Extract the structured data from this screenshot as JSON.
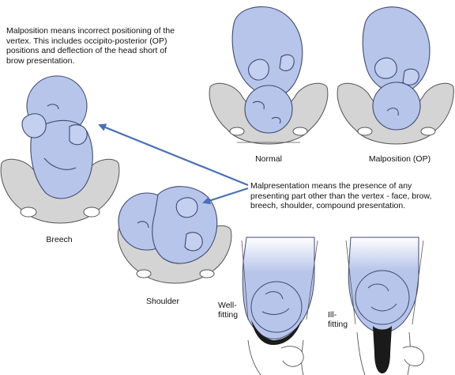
{
  "notes": {
    "malposition": "Malposition means incorrect positioning of the vertex. This includes occipito-posterior (OP) positions and deflection of the head short of brow presentation.",
    "malpresentation": "Malpresentation means the presence of any presenting part other than the vertex - face, brow, breech, shoulder, compound presentation."
  },
  "labels": {
    "normal": "Normal",
    "malposition_op": "Malposition (OP)",
    "breech": "Breech",
    "shoulder": "Shoulder",
    "well_fitting": "Well-\nfitting",
    "ill_fitting": "Ill-\nfitting"
  },
  "colors": {
    "fetus_fill": "#b7c5ea",
    "fetus_stroke": "#3f4a72",
    "pelvis_fill": "#d4d4d4",
    "pelvis_stroke": "#555555",
    "arrow": "#4a6fb8",
    "tissue_dark": "#1a1a1a"
  }
}
